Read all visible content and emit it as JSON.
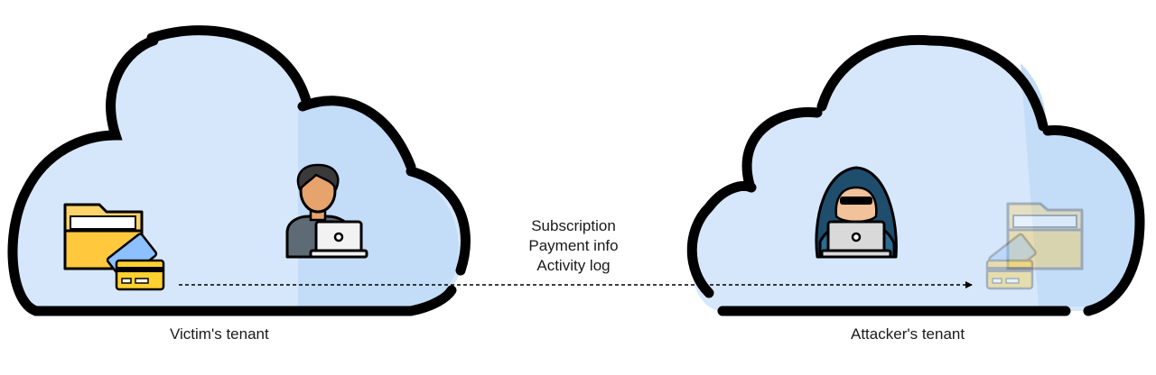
{
  "tenants": {
    "victim_label": "Victim's tenant",
    "attacker_label": "Attacker's tenant"
  },
  "transfer": {
    "items": [
      "Subscription",
      "Payment info",
      "Activity log"
    ]
  },
  "icons": {
    "victim_assets": [
      "folder-icon",
      "credit-card-icon"
    ],
    "victim_user": "user-with-laptop-icon",
    "attacker": "hooded-hacker-icon",
    "attacker_assets": [
      "folder-icon",
      "credit-card-icon"
    ]
  },
  "colors": {
    "cloud_fill": "#d6e7fb",
    "cloud_shade": "#c3dcf8",
    "cloud_stroke": "#000000",
    "folder": "#fdd36a",
    "card": "#ffd02f",
    "card_blue": "#8cc0ff",
    "hacker_hood": "#1f4e6d"
  }
}
